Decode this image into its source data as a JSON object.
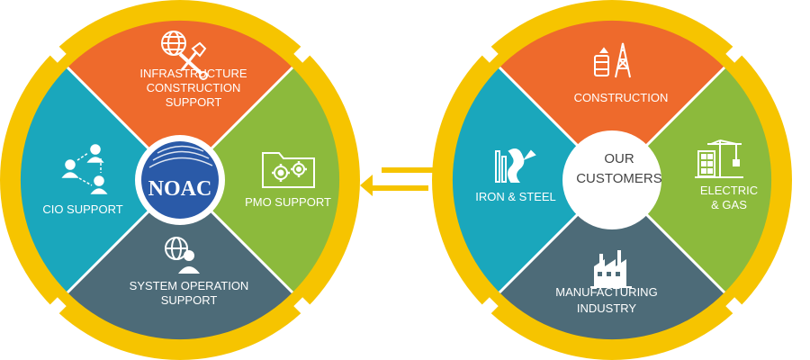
{
  "colors": {
    "ring": "#f6c400",
    "orange": "#ee6a2c",
    "green": "#8cba3c",
    "teal": "#1aa7bc",
    "slate": "#4d6b78",
    "logo_blue": "#2a5aa8"
  },
  "left_wheel": {
    "logo_text": "NOAC",
    "segments": {
      "top": {
        "label_lines": [
          "INFRASTRUCTURE",
          "CONSTRUCTION",
          "SUPPORT"
        ],
        "icon": "globe-wrench-icon"
      },
      "right": {
        "label_lines": [
          "PMO SUPPORT"
        ],
        "icon": "folder-gears-icon"
      },
      "bottom": {
        "label_lines": [
          "SYSTEM OPERATION",
          "SUPPORT"
        ],
        "icon": "globe-user-icon"
      },
      "left": {
        "label_lines": [
          "CIO SUPPORT"
        ],
        "icon": "people-network-icon"
      }
    }
  },
  "arrows": {
    "icon": "exchange-arrows-icon"
  },
  "right_wheel": {
    "center_lines": [
      "OUR",
      "CUSTOMERS"
    ],
    "segments": {
      "top": {
        "label_lines": [
          "CONSTRUCTION"
        ],
        "icon": "oil-derrick-icon"
      },
      "right": {
        "label_lines": [
          "ELECTRIC",
          "& GAS"
        ],
        "icon": "crane-building-icon"
      },
      "bottom": {
        "label_lines": [
          "MANUFACTURING",
          "INDUSTRY"
        ],
        "icon": "factory-icon"
      },
      "left": {
        "label_lines": [
          "IRON & STEEL"
        ],
        "icon": "steel-tools-icon"
      }
    }
  }
}
